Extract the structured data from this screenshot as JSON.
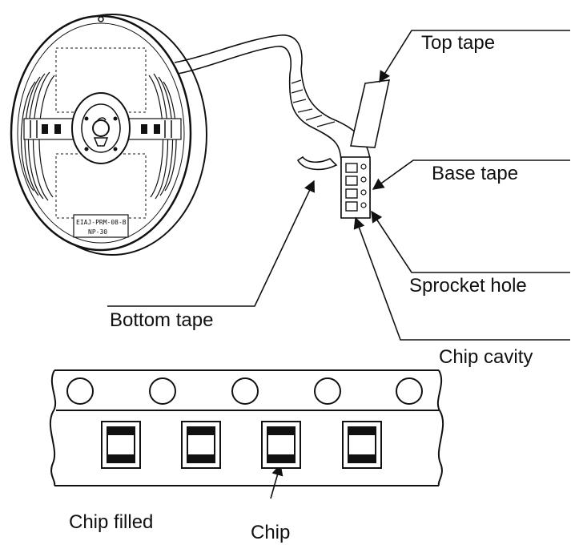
{
  "labels": {
    "top_tape": "Top tape",
    "base_tape": "Base tape",
    "sprocket_hole": "Sprocket hole",
    "bottom_tape": "Bottom tape",
    "chip_cavity": "Chip cavity",
    "chip_filled": "Chip filled",
    "chip": "Chip"
  },
  "reel": {
    "sticker_line1": "EIAJ-PRM-08-B",
    "sticker_line2": "NP-30"
  },
  "colors": {
    "ink": "#111111",
    "paper": "#ffffff"
  }
}
